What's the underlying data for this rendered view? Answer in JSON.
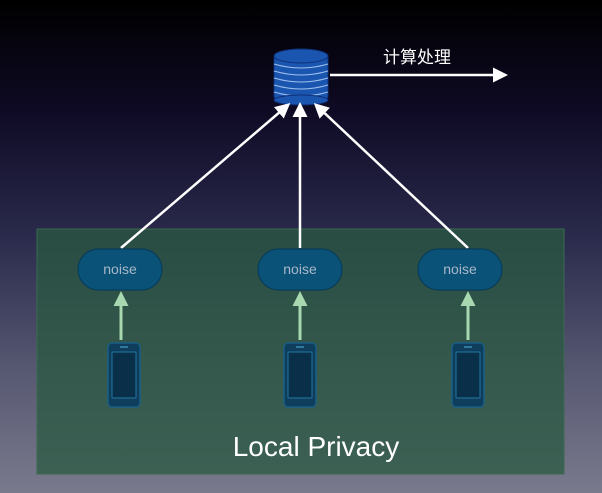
{
  "diagram": {
    "output_label": "计算处理",
    "area_label": "Local Privacy",
    "nodes": [
      {
        "label": "noise"
      },
      {
        "label": "noise"
      },
      {
        "label": "noise"
      }
    ],
    "icons": {
      "server": "database-icon",
      "device": "smartphone-icon"
    },
    "colors": {
      "local_area": "#2a5a40",
      "noise_node": "#0a5278",
      "arrow": "#ffffff",
      "upload_arrow": "#a8d8b0",
      "database": "#1a56b0"
    }
  }
}
